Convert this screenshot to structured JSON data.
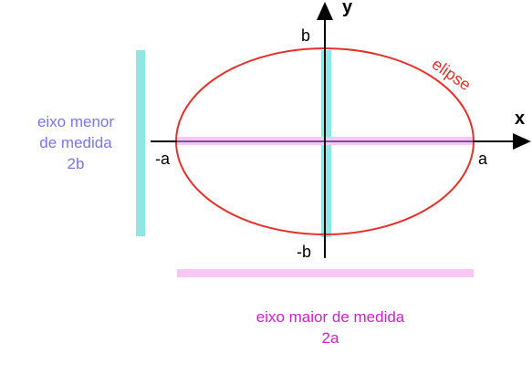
{
  "colors": {
    "ellipse": "#e8302a",
    "minor_band": "#8de8e4",
    "major_band": "#f9c7f3",
    "axes": "#000000",
    "minor_text": "#7777ee",
    "major_text": "#cc22cc",
    "major_axis_line": "#7a4f9a"
  },
  "diagram": {
    "y_axis_label": "y",
    "x_axis_label": "x",
    "ellipse_label": "elipse",
    "vertex_left": "-a",
    "vertex_right": "a",
    "covertex_top": "b",
    "covertex_bottom": "-b"
  },
  "notes": {
    "minor_axis": {
      "line1": "eixo menor",
      "line2": "de medida",
      "line3": "2b"
    },
    "major_axis": {
      "line1": "eixo maior de medida",
      "line2": "2a"
    }
  }
}
